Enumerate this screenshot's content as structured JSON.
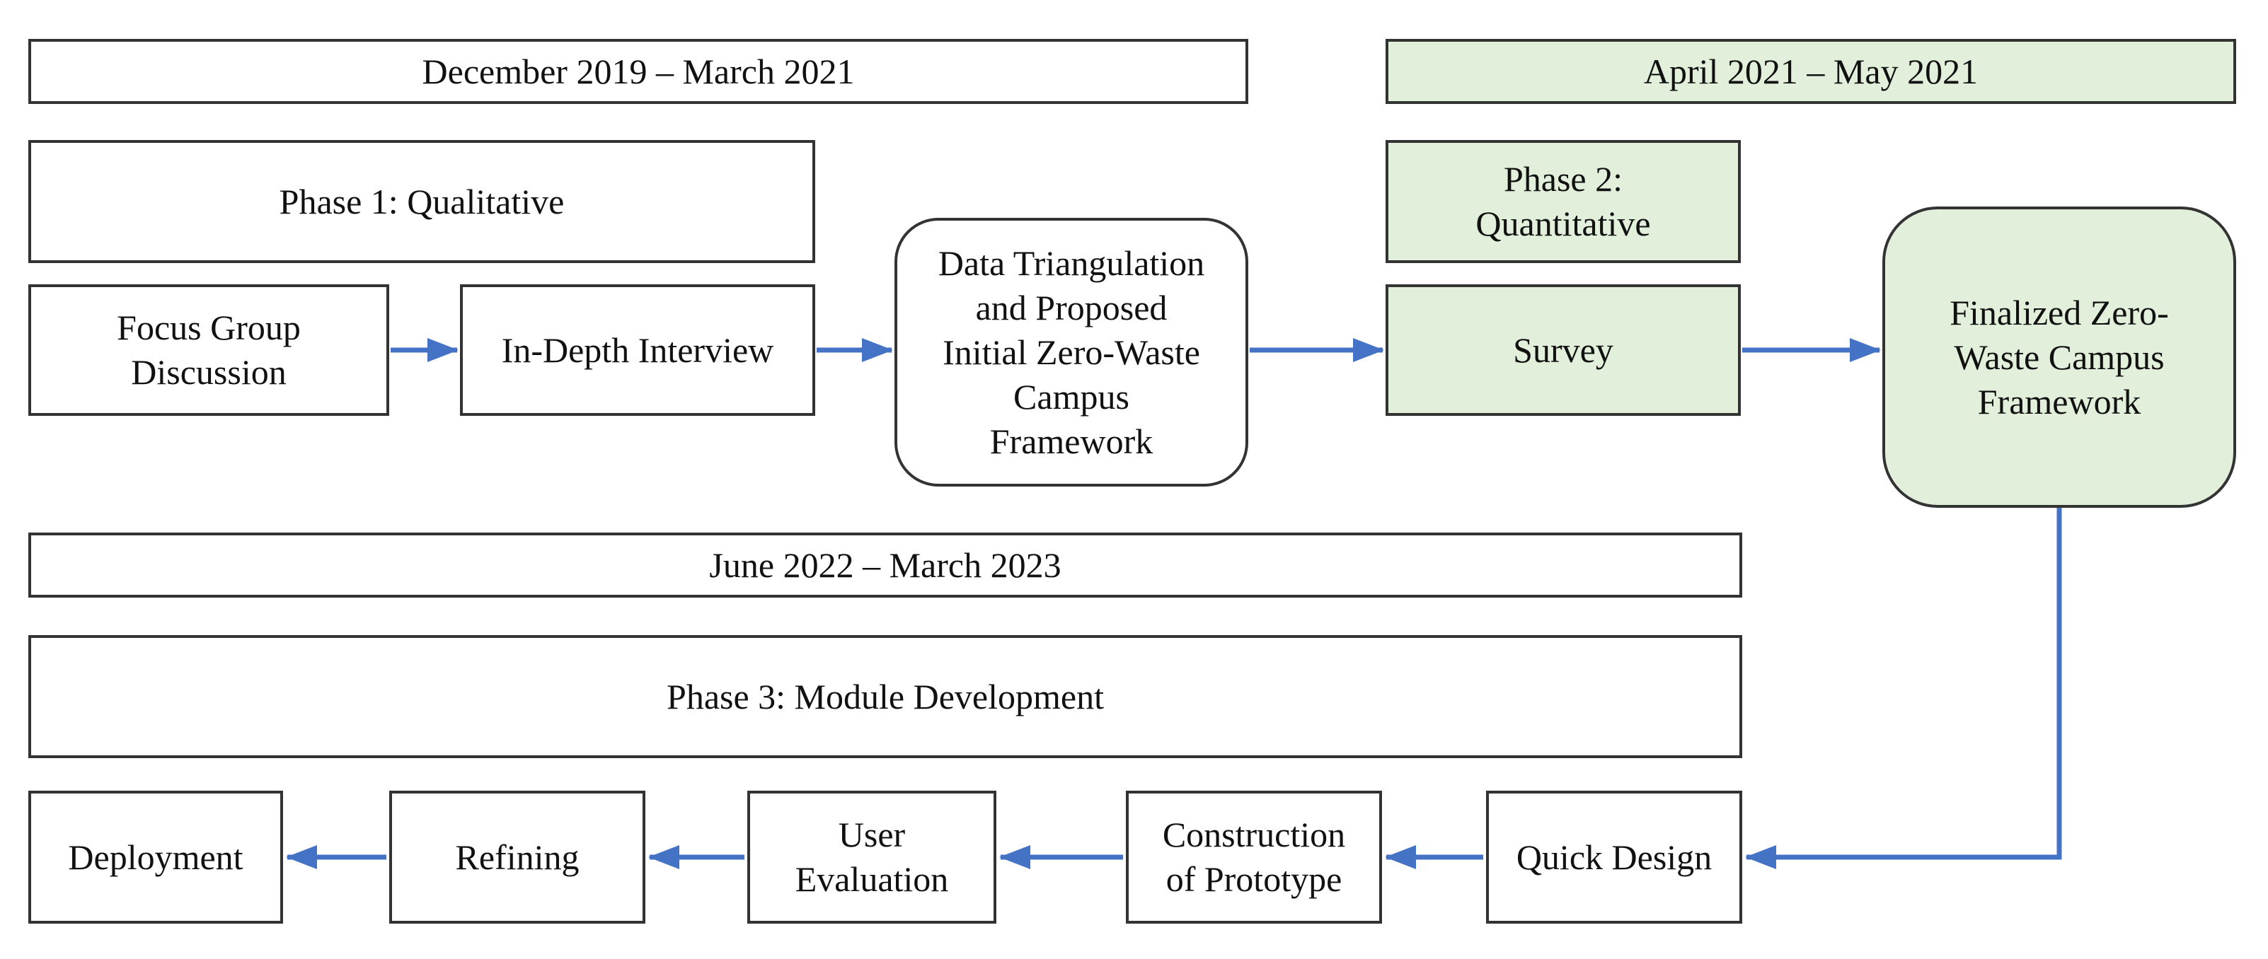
{
  "figure": {
    "type": "flowchart",
    "colors": {
      "green_fill": "#e2efda",
      "white_fill": "#ffffff",
      "border": "#333333",
      "arrow_blue": "#4472c4",
      "text": "#111111"
    },
    "nodes": {
      "timeline_phase12": {
        "label": "December 2019 – March 2021"
      },
      "timeline_phase2": {
        "label": "April 2021 – May 2021"
      },
      "phase1": {
        "label": "Phase 1: Qualitative"
      },
      "phase2": {
        "label": "Phase 2:\nQuantitative"
      },
      "focus_group": {
        "label": "Focus Group\nDiscussion"
      },
      "in_depth": {
        "label": "In-Depth Interview"
      },
      "triangulation": {
        "label": "Data Triangulation\nand Proposed\nInitial Zero-Waste\nCampus\nFramework"
      },
      "survey": {
        "label": "Survey"
      },
      "finalized": {
        "label": "Finalized Zero-\nWaste Campus\nFramework"
      },
      "timeline_phase3": {
        "label": "June 2022 – March 2023"
      },
      "phase3": {
        "label": "Phase 3: Module Development"
      },
      "deployment": {
        "label": "Deployment"
      },
      "refining": {
        "label": "Refining"
      },
      "user_evaluation": {
        "label": "User\nEvaluation"
      },
      "construction": {
        "label": "Construction\nof Prototype"
      },
      "quick_design": {
        "label": "Quick Design"
      }
    }
  }
}
